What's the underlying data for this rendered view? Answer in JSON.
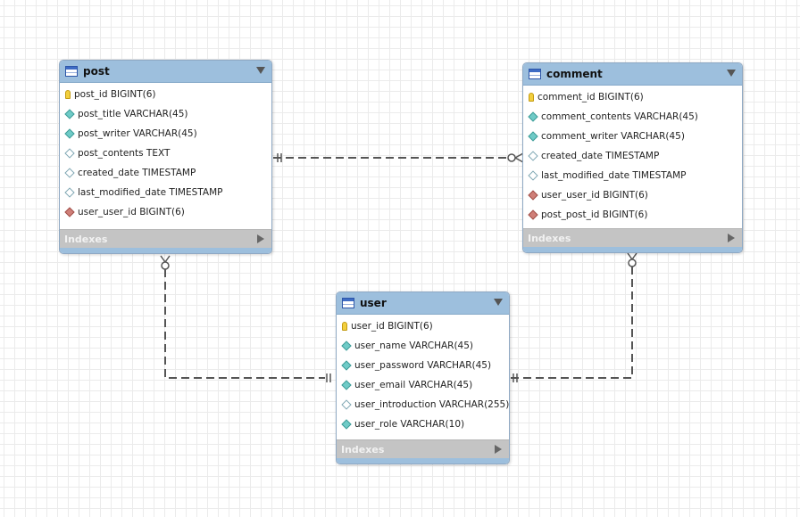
{
  "entities": {
    "post": {
      "title": "post",
      "columns": [
        {
          "text": "post_id BIGINT(6)",
          "icon": "primary-key-icon"
        },
        {
          "text": "post_title VARCHAR(45)",
          "icon": "not-null-diamond-icon"
        },
        {
          "text": "post_writer VARCHAR(45)",
          "icon": "not-null-diamond-icon"
        },
        {
          "text": "post_contents TEXT",
          "icon": "nullable-diamond-icon"
        },
        {
          "text": "created_date TIMESTAMP",
          "icon": "nullable-diamond-icon"
        },
        {
          "text": "last_modified_date TIMESTAMP",
          "icon": "nullable-diamond-icon"
        },
        {
          "text": "user_user_id BIGINT(6)",
          "icon": "foreign-key-diamond-icon"
        }
      ],
      "indexes_label": "Indexes"
    },
    "comment": {
      "title": "comment",
      "columns": [
        {
          "text": "comment_id BIGINT(6)",
          "icon": "primary-key-icon"
        },
        {
          "text": "comment_contents VARCHAR(45)",
          "icon": "not-null-diamond-icon"
        },
        {
          "text": "comment_writer VARCHAR(45)",
          "icon": "not-null-diamond-icon"
        },
        {
          "text": "created_date TIMESTAMP",
          "icon": "nullable-diamond-icon"
        },
        {
          "text": "last_modified_date TIMESTAMP",
          "icon": "nullable-diamond-icon"
        },
        {
          "text": "user_user_id BIGINT(6)",
          "icon": "foreign-key-diamond-icon"
        },
        {
          "text": "post_post_id BIGINT(6)",
          "icon": "foreign-key-diamond-icon"
        }
      ],
      "indexes_label": "Indexes"
    },
    "user": {
      "title": "user",
      "columns": [
        {
          "text": "user_id BIGINT(6)",
          "icon": "primary-key-icon"
        },
        {
          "text": "user_name VARCHAR(45)",
          "icon": "not-null-diamond-icon"
        },
        {
          "text": "user_password VARCHAR(45)",
          "icon": "not-null-diamond-icon"
        },
        {
          "text": "user_email VARCHAR(45)",
          "icon": "not-null-diamond-icon"
        },
        {
          "text": "user_introduction VARCHAR(255)",
          "icon": "nullable-diamond-icon"
        },
        {
          "text": "user_role VARCHAR(10)",
          "icon": "not-null-diamond-icon"
        }
      ],
      "indexes_label": "Indexes"
    }
  },
  "relationships": [
    {
      "from": "post",
      "to": "comment",
      "from_card": "one-and-only-one",
      "to_card": "zero-or-many"
    },
    {
      "from": "user",
      "to": "post",
      "from_card": "one-and-only-one",
      "to_card": "zero-or-many"
    },
    {
      "from": "user",
      "to": "comment",
      "from_card": "one-and-only-one",
      "to_card": "zero-or-many"
    }
  ],
  "colors": {
    "header": "#9dbfdd",
    "indexes_bar": "#c4c4c4",
    "relationship_line": "#555555",
    "primary_key": "#f2cf3e",
    "not_null": "#6fcbc7",
    "foreign_key": "#cf7f78"
  }
}
